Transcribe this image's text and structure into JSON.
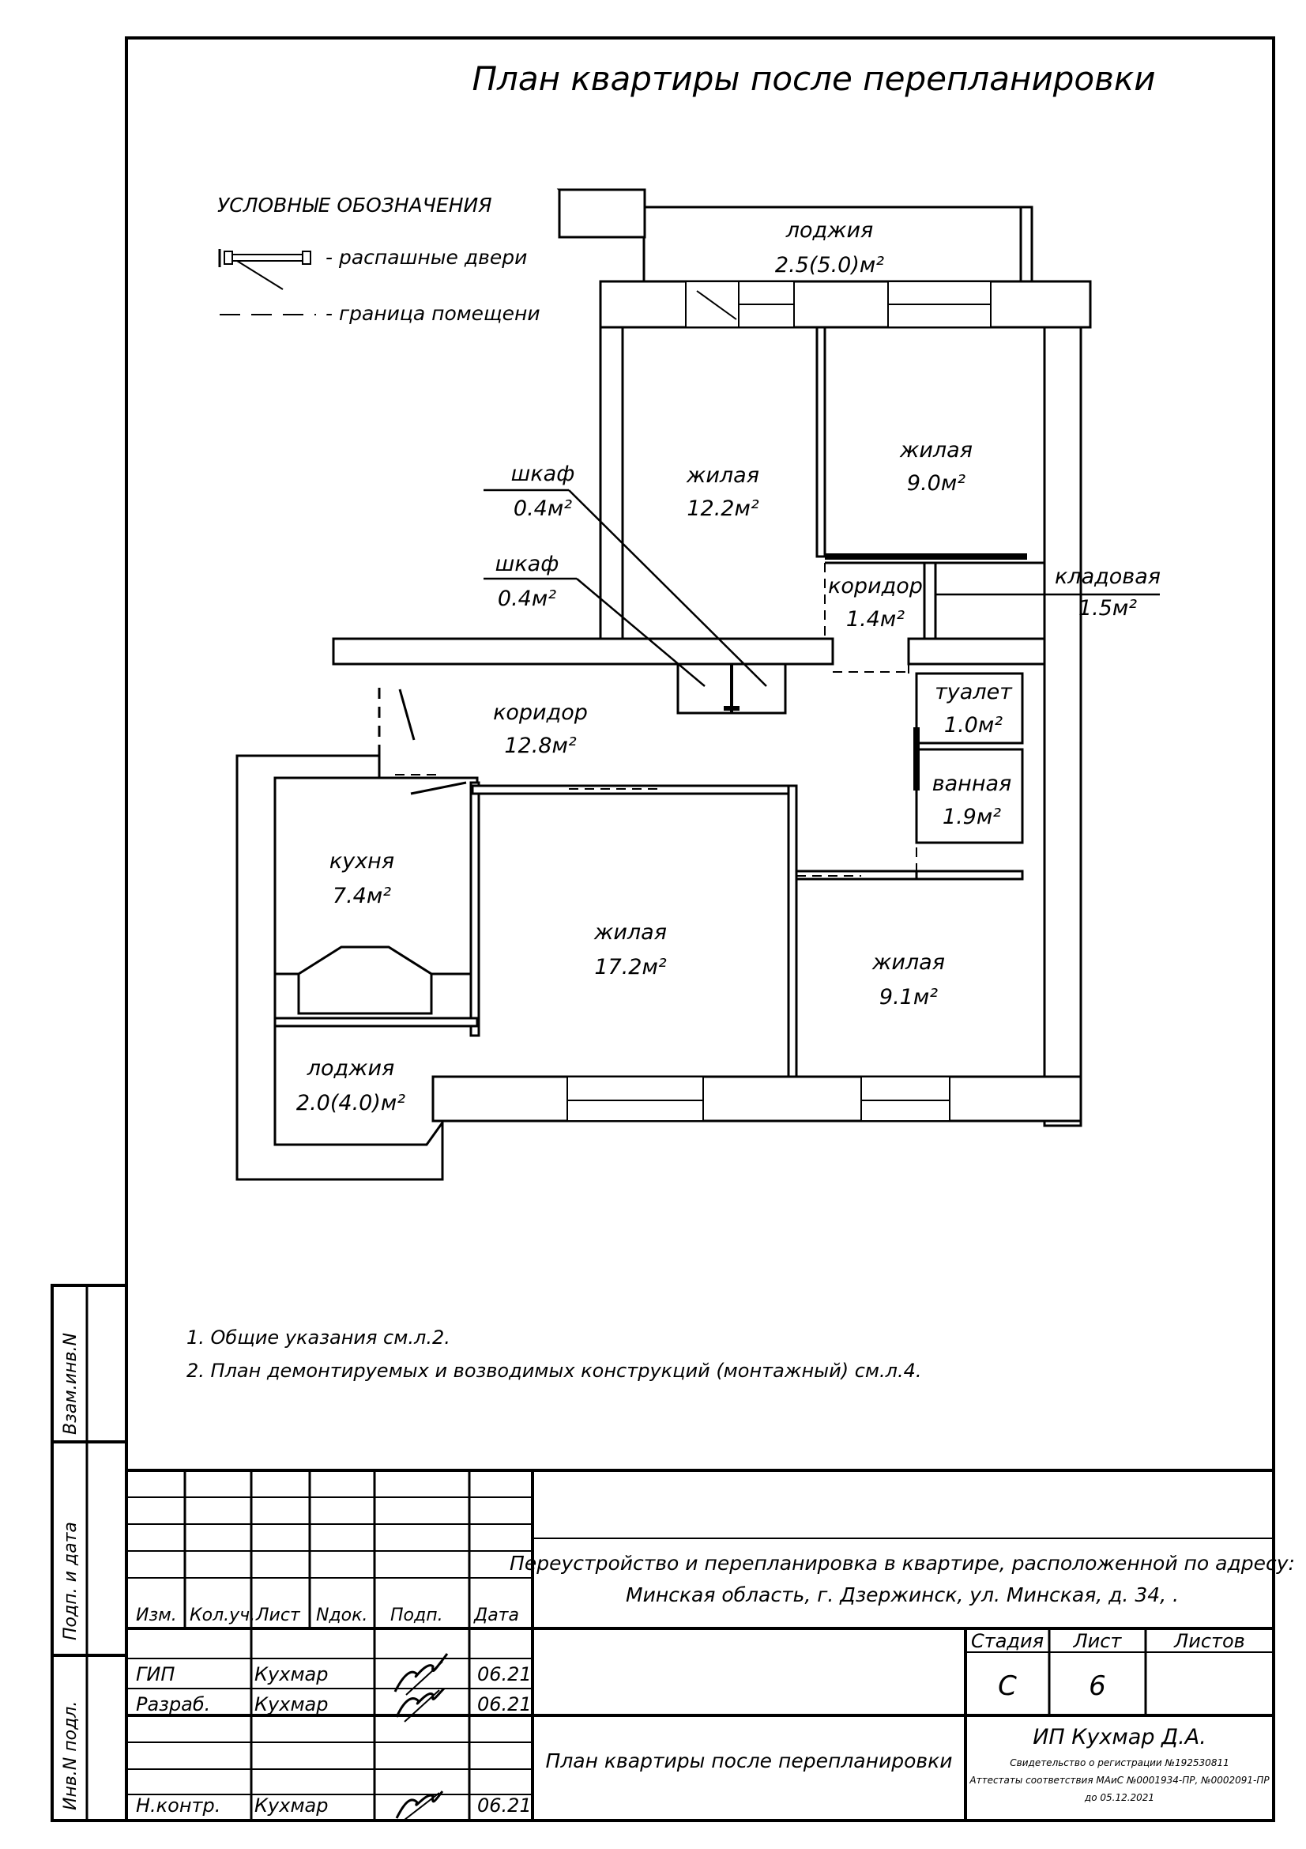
{
  "title": "План квартиры после перепланировки",
  "legend": {
    "heading": "УСЛОВНЫЕ ОБОЗНАЧЕНИЯ",
    "items": [
      {
        "symbol": "door-swing-icon",
        "label": "- распашные двери"
      },
      {
        "symbol": "dashed-line-icon",
        "label": "- граница помещени"
      }
    ]
  },
  "rooms": [
    {
      "name": "лоджия",
      "area": "2.5(5.0)м²"
    },
    {
      "name": "жилая",
      "area": "12.2м²"
    },
    {
      "name": "жилая",
      "area": "9.0м²"
    },
    {
      "name": "шкаф",
      "area": "0.4м²"
    },
    {
      "name": "шкаф",
      "area": "0.4м²"
    },
    {
      "name": "коридор",
      "area": "1.4м²"
    },
    {
      "name": "кладовая",
      "area": "1.5м²"
    },
    {
      "name": "туалет",
      "area": "1.0м²"
    },
    {
      "name": "коридор",
      "area": "12.8м²"
    },
    {
      "name": "ванная",
      "area": "1.9м²"
    },
    {
      "name": "кухня",
      "area": "7.4м²"
    },
    {
      "name": "жилая",
      "area": "17.2м²"
    },
    {
      "name": "жилая",
      "area": "9.1м²"
    },
    {
      "name": "лоджия",
      "area": "2.0(4.0)м²"
    }
  ],
  "notes": [
    "1. Общие указания см.л.2.",
    "2. План демонтируемых и возводимых конструкций (монтажный) см.л.4."
  ],
  "side_labels": [
    "Взам.инв.N",
    "Подп. и дата",
    "Инв.N подл."
  ],
  "stamp": {
    "headers": [
      "Изм.",
      "Кол.уч.",
      "Лист",
      "Nдок.",
      "Подп.",
      "Дата"
    ],
    "rows": [
      {
        "role": "ГИП",
        "name": "Кухмар",
        "date": "06.21"
      },
      {
        "role": "Разраб.",
        "name": "Кухмар",
        "date": "06.21"
      },
      {
        "role": "Н.контр.",
        "name": "Кухмар",
        "date": "06.21"
      }
    ],
    "project_line1": "Переустройство и перепланировка в квартире, расположенной по адресу:",
    "project_line2": "Минская область, г. Дзержинск, ул. Минская, д. 34, .",
    "sheet_title": "План квартиры после перепланировки",
    "stage_header": "Стадия",
    "sheet_header": "Лист",
    "sheets_header": "Листов",
    "stage": "С",
    "sheet": "6",
    "sheets": "",
    "org_name": "ИП Кухмар Д.А.",
    "org_line1": "Свидетельство о регистрации №192530811",
    "org_line2": "Аттестаты соответствия МАиС №0001934-ПР, №0002091-ПР",
    "org_line3": "до 05.12.2021"
  }
}
